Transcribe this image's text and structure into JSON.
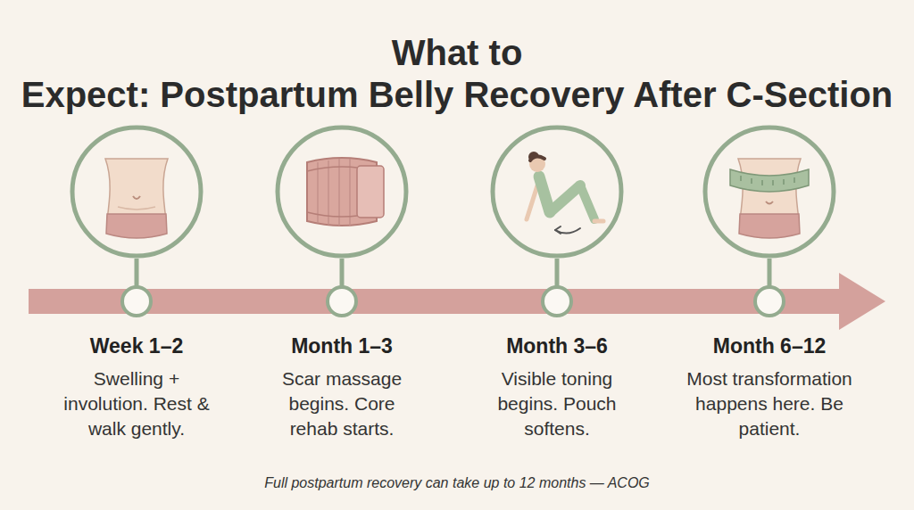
{
  "diagram": {
    "title": "What to Expect: Postpartum Belly Recovery After C-Section",
    "caption": "Full postpartum recovery can take up to 12 months — ACOG",
    "nodes": [
      {
        "text": [
          "Week 1–2",
          "Swelling + involution. Rest & walk gently."
        ]
      },
      {
        "text": [
          "Month 1–3",
          "Scar massage begins. Core rehab starts."
        ]
      },
      {
        "text": [
          "Month 3–6",
          "Visible toning begins. Pouch softens."
        ]
      },
      {
        "text": [
          "Month 6–12",
          "Most transformation happens here. Be patient."
        ]
      }
    ]
  }
}
